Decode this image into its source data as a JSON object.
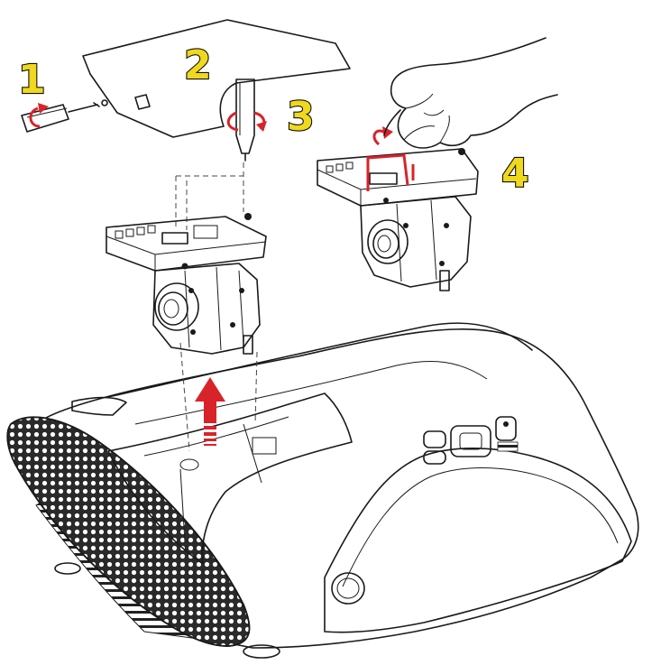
{
  "steps": [
    {
      "label": "1"
    },
    {
      "label": "2"
    },
    {
      "label": "3"
    },
    {
      "label": "4"
    }
  ],
  "colors": {
    "number_fill": "#f0d81c",
    "arrow_red": "#d8232a",
    "cover_gray": "#d9d9d9"
  }
}
